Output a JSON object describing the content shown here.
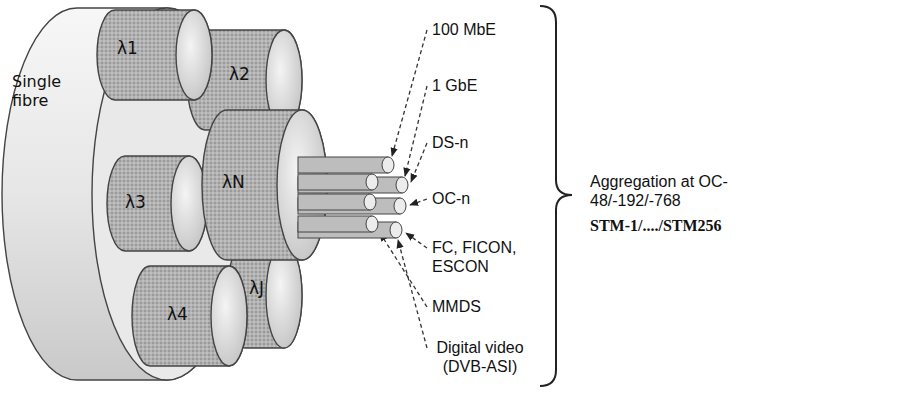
{
  "diagram": {
    "nodes": [
      {
        "text": [
          "Single fibre"
        ]
      },
      {
        "text": [
          "λ1"
        ],
        "in": 0
      },
      {
        "text": [
          "λ2"
        ],
        "in": 0
      },
      {
        "text": [
          "λ3"
        ],
        "in": 0
      },
      {
        "text": [
          "λN"
        ],
        "in": 0
      },
      {
        "text": [
          "λ4"
        ],
        "in": 0
      },
      {
        "text": [
          "λJ"
        ],
        "in": 0
      }
    ],
    "labels": [
      "100 MbE",
      "1 GbE",
      "DS-n",
      "OC-n",
      "FC, FICON, ESCON",
      "MMDS",
      "Digital video (DVB-ASI)",
      "Aggregation at OC-48/-192/-768",
      "STM-1/..../STM256"
    ]
  }
}
